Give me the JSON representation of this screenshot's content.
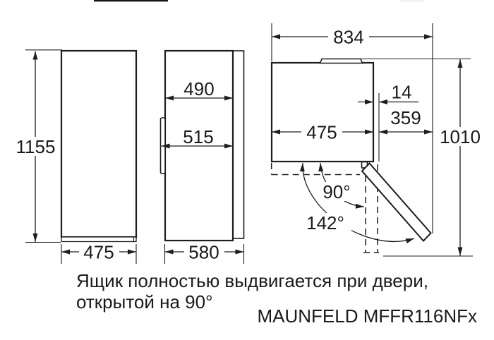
{
  "drawing": {
    "product_label": "MAUNFELD MFFR116NFx",
    "caption": {
      "line1": "Ящик полностью выдвигается при двери,",
      "line2": "открытой на 90°"
    },
    "front_view": {
      "height": "1155",
      "width": "475"
    },
    "side_view": {
      "depth_upper": "490",
      "depth_lower": "515",
      "depth_total": "580"
    },
    "top_view": {
      "overall_width": "834",
      "door_offset": "14",
      "door_projection": "359",
      "body_width": "475",
      "overall_depth": "1010",
      "angle_open": "90°",
      "angle_max": "142°"
    },
    "colors": {
      "line": "#1d1d1d",
      "text": "#1a1a1a",
      "background": "#ffffff"
    }
  }
}
